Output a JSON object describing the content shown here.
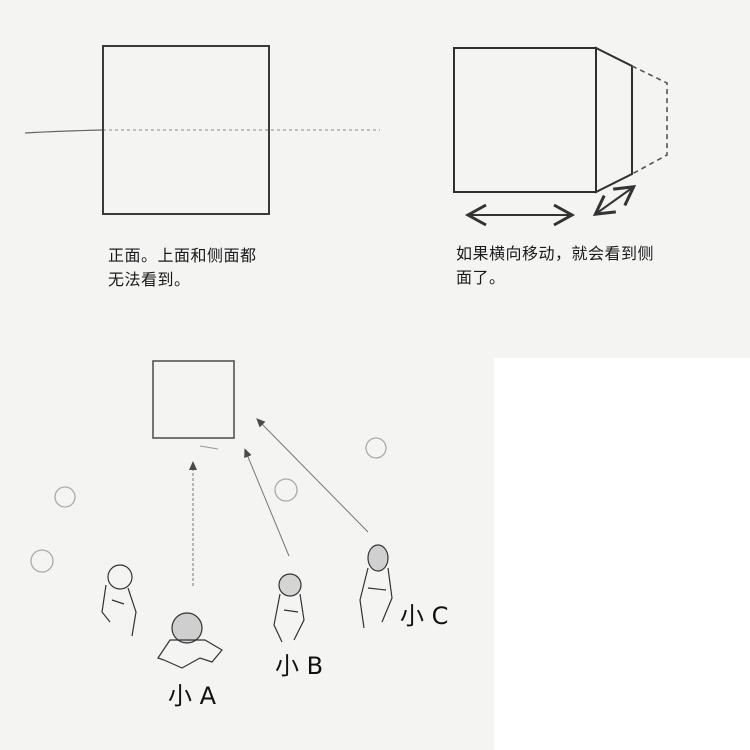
{
  "panels": {
    "front_view": {
      "caption_line1": "正面。上面和侧面都",
      "caption_line2": "无法看到。"
    },
    "side_view": {
      "caption_line1": "如果横向移动，就会看到侧",
      "caption_line2": "面了。"
    },
    "top_down_view": {
      "figures": [
        {
          "id": "A",
          "label": "小 A"
        },
        {
          "id": "B",
          "label": "小 B"
        },
        {
          "id": "C",
          "label": "小 C"
        }
      ]
    }
  },
  "colors": {
    "paper": "#f4f4f3",
    "stroke": "#2a2a2a",
    "light_stroke": "#8a8a8a"
  }
}
